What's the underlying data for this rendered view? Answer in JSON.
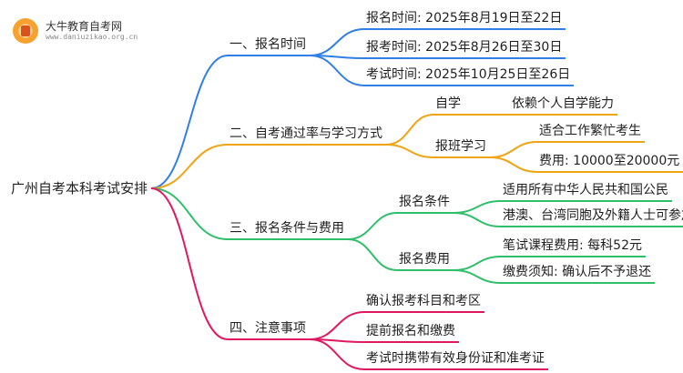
{
  "logo": {
    "name": "大牛教育自考网",
    "url": "www.daniuzikao.org.cn"
  },
  "root": "广州自考本科考试安排",
  "branches": [
    {
      "label": "一、报名时间",
      "color": "#2f7fe6",
      "children": [
        {
          "label": "报名时间: 2025年8月19日至22日"
        },
        {
          "label": "报考时间: 2025年8月26日至30日"
        },
        {
          "label": "考试时间: 2025年10月25日至26日"
        }
      ]
    },
    {
      "label": "二、自考通过率与学习方式",
      "color": "#f0a414",
      "children": [
        {
          "label": "自学",
          "children": [
            {
              "label": "依赖个人自学能力"
            }
          ]
        },
        {
          "label": "报班学习",
          "children": [
            {
              "label": "适合工作繁忙考生"
            },
            {
              "label": "费用: 10000至20000元"
            }
          ]
        }
      ]
    },
    {
      "label": "三、报名条件与费用",
      "color": "#2fbf6a",
      "children": [
        {
          "label": "报名条件",
          "children": [
            {
              "label": "适用所有中华人民共和国公民"
            },
            {
              "label": "港澳、台湾同胞及外籍人士可参加"
            }
          ]
        },
        {
          "label": "报名费用",
          "children": [
            {
              "label": "笔试课程费用: 每科52元"
            },
            {
              "label": "缴费须知: 确认后不予退还"
            }
          ]
        }
      ]
    },
    {
      "label": "四、注意事项",
      "color": "#e1175f",
      "children": [
        {
          "label": "确认报考科目和考区"
        },
        {
          "label": "提前报名和缴费"
        },
        {
          "label": "考试时携带有效身份证和准考证"
        }
      ]
    }
  ]
}
